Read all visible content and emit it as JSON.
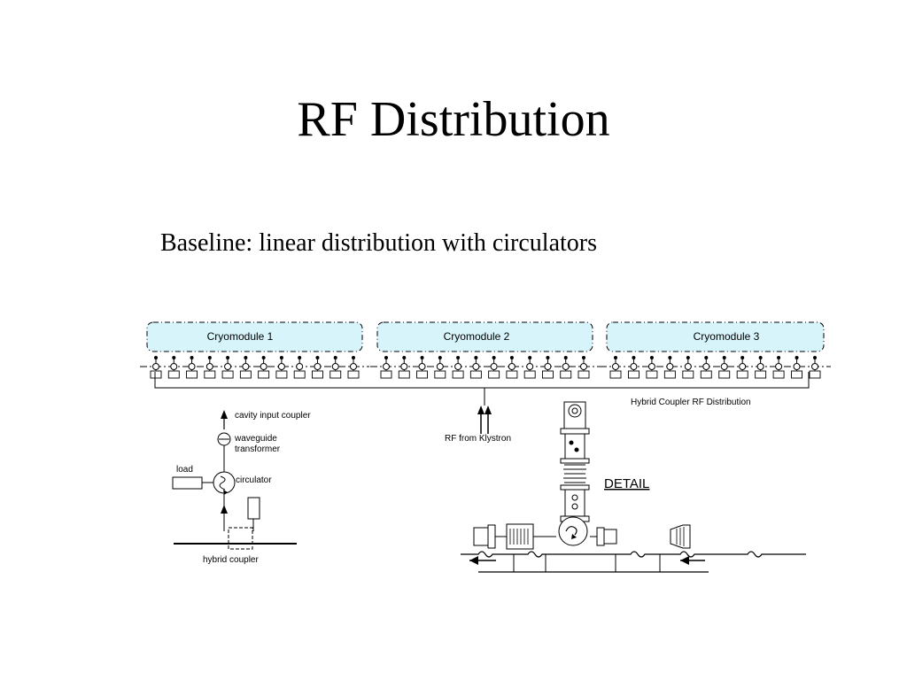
{
  "slide": {
    "title": "RF Distribution",
    "subtitle": "Baseline: linear distribution with circulators"
  },
  "diagram": {
    "cryomodules": [
      "Cryomodule 1",
      "Cryomodule 2",
      "Cryomodule 3"
    ],
    "cryomodule_fill": "#d8f4fb",
    "distribution_label": "Hybrid Coupler RF Distribution",
    "klystron_label": "RF from Klystron",
    "detail_label": "DETAIL",
    "legend": {
      "cavity_input_coupler": "cavity input coupler",
      "waveguide_transformer_line1": "waveguide",
      "waveguide_transformer_line2": "transformer",
      "load": "load",
      "circulator": "circulator",
      "hybrid_coupler": "hybrid coupler"
    }
  }
}
